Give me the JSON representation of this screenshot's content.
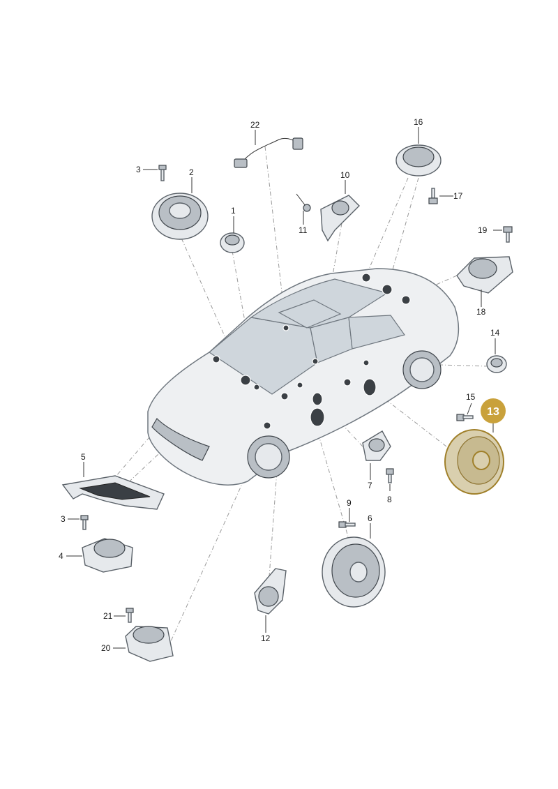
{
  "diagram": {
    "highlight": {
      "label": "13",
      "color": "#c9a13b"
    },
    "callouts": [
      "1",
      "2",
      "3",
      "3",
      "4",
      "5",
      "6",
      "7",
      "8",
      "9",
      "10",
      "11",
      "12",
      "14",
      "15",
      "16",
      "17",
      "18",
      "19",
      "20",
      "21",
      "22"
    ]
  }
}
